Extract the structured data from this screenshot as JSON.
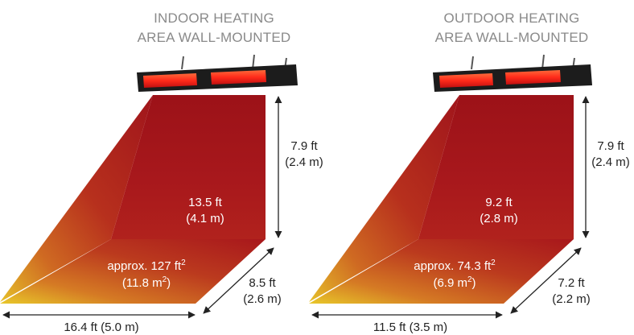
{
  "indoor": {
    "title_line1": "INDOOR HEATING",
    "title_line2": "AREA WALL-MOUNTED",
    "height_ft": "7.9 ft",
    "height_m": "(2.4 m)",
    "distance_ft": "13.5 ft",
    "distance_m": "(4.1 m)",
    "area_prefix": "approx. 127 ft",
    "area_sup": "2",
    "area_metric_prefix": "(11.8 m",
    "area_metric_sup": "2",
    "area_metric_suffix": ")",
    "depth_ft": "8.5 ft",
    "depth_m": "(2.6 m)",
    "width_label": "16.4 ft (5.0 m)"
  },
  "outdoor": {
    "title_line1": "OUTDOOR HEATING",
    "title_line2": "AREA WALL-MOUNTED",
    "height_ft": "7.9 ft",
    "height_m": "(2.4 m)",
    "distance_ft": "9.2 ft",
    "distance_m": "(2.8 m)",
    "area_prefix": "approx. 74.3 ft",
    "area_sup": "2",
    "area_metric_prefix": "(6.9 m",
    "area_metric_sup": "2",
    "area_metric_suffix": ")",
    "depth_ft": "7.2 ft",
    "depth_m": "(2.2 m)",
    "width_label": "11.5 ft (3.5 m)"
  },
  "colors": {
    "heat_dark": "#a1161b",
    "heat_mid": "#c8401c",
    "heat_light": "#e8c428",
    "heater_body": "#1c1c1c",
    "heater_glow": "#ff2a1a",
    "title_gray": "#8a8a8a"
  }
}
